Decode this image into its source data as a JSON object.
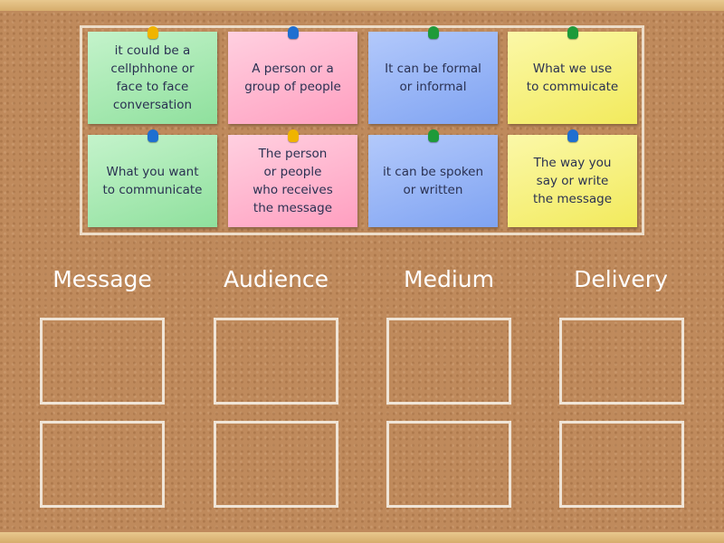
{
  "cards": [
    {
      "text": "it could be a\ncellphhone or\nface to face\nconversation",
      "color": "green",
      "pin": "#f0b400"
    },
    {
      "text": "A person or a\ngroup of people",
      "color": "pink",
      "pin": "#1f6fd0"
    },
    {
      "text": "It can be formal\nor informal",
      "color": "blue",
      "pin": "#1e9a3a"
    },
    {
      "text": "What we use\nto commuicate",
      "color": "yellow",
      "pin": "#1e9a3a"
    },
    {
      "text": "What you want\nto communicate",
      "color": "green",
      "pin": "#1f6fd0"
    },
    {
      "text": "The person\nor people\nwho receives\nthe message",
      "color": "pink",
      "pin": "#f0b400"
    },
    {
      "text": "it can be spoken\nor written",
      "color": "blue",
      "pin": "#1e9a3a"
    },
    {
      "text": "The way you\nsay or write\nthe message",
      "color": "yellow",
      "pin": "#1f6fd0"
    }
  ],
  "categories": [
    "Message",
    "Audience",
    "Medium",
    "Delivery"
  ]
}
